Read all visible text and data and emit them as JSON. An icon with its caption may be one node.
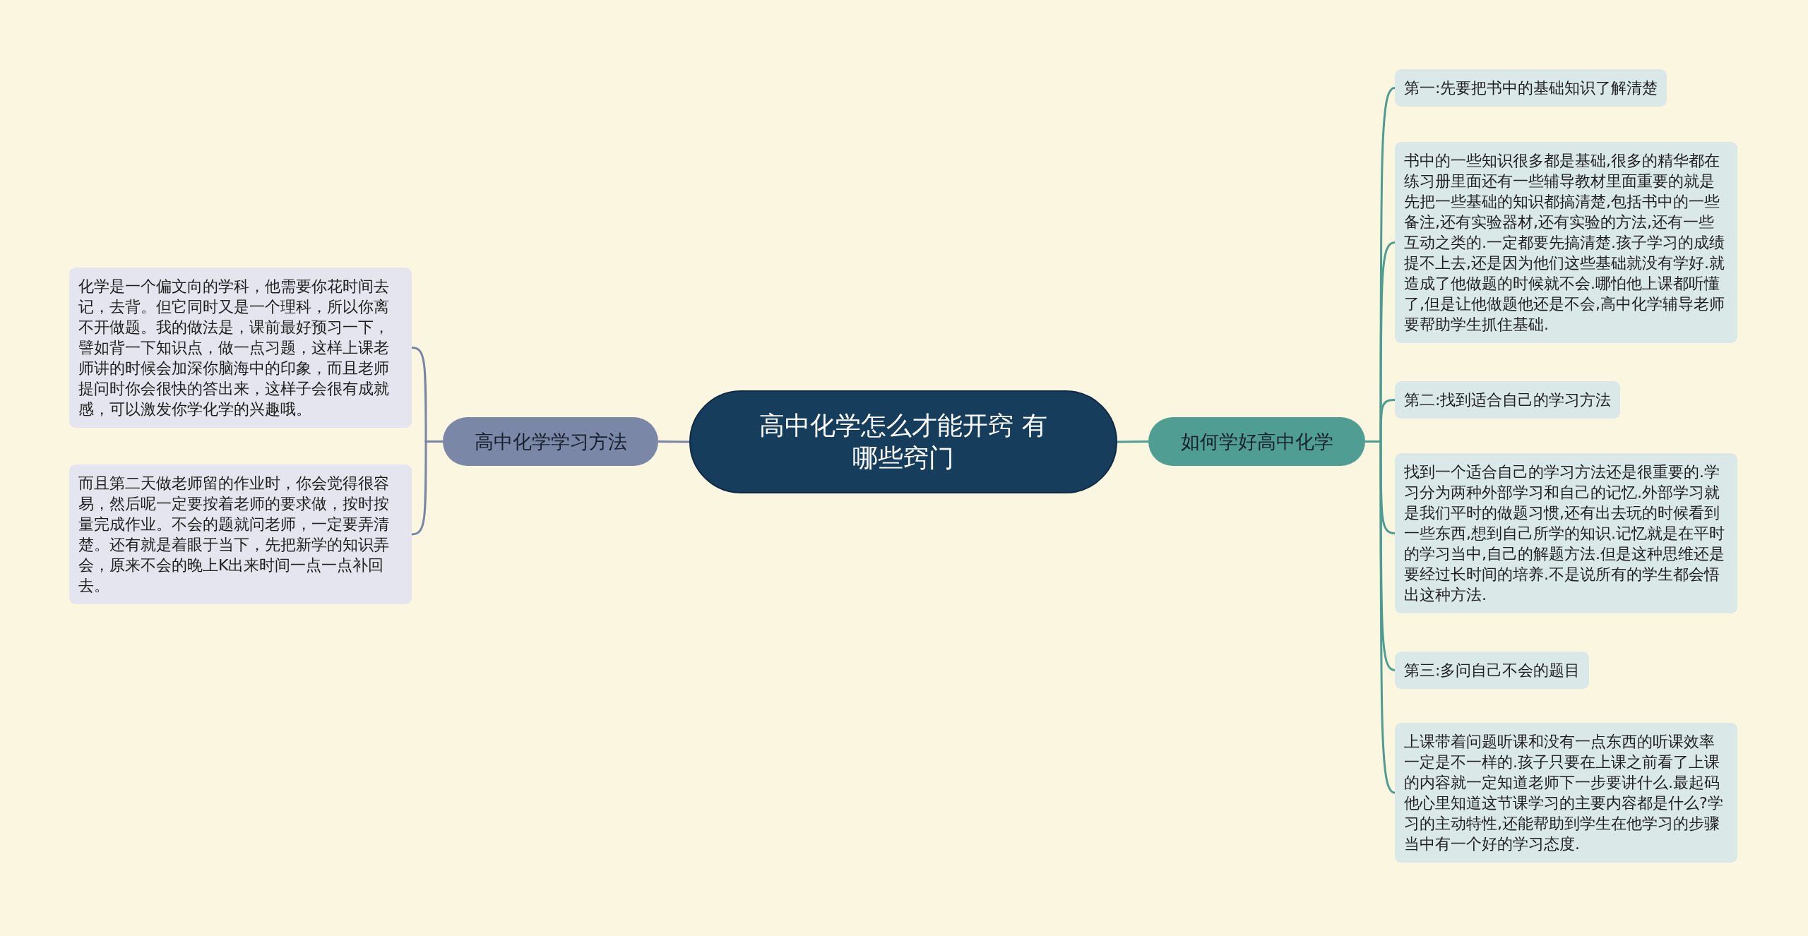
{
  "diagram": {
    "nodes": [
      {
        "text": [
          "高中化学怎么才能开窍 有哪些窍门"
        ]
      },
      {
        "text": [
          "高中化学学习方法"
        ]
      },
      {
        "text": [
          "化学是一个偏文向的学科，他需要你花时间去记，去背。但它同时又是一个理科，所以你离不开做题。我的做法是，课前最好预习一下，譬如背一下知识点，做一点习题，这样上课老师讲的时候会加深你脑海中的印象，而且老师提问时你会很快的答出来，这样子会很有成就感，可以激发你学化学的兴趣哦。"
        ]
      },
      {
        "text": [
          "而且第二天做老师留的作业时，你会觉得很容易，然后呢一定要按着老师的要求做，按时按量完成作业。不会的题就问老师，一定要弄清楚。还有就是着眼于当下，先把新学的知识弄会，原来不会的晚上K出来时间一点一点补回去。"
        ]
      },
      {
        "text": [
          "如何学好高中化学"
        ]
      },
      {
        "text": [
          "第一:先要把书中的基础知识了解清楚"
        ]
      },
      {
        "text": [
          "书中的一些知识很多都是基础,很多的精华都在练习册里面还有一些辅导教材里面重要的就是先把一些基础的知识都搞清楚,包括书中的一些备注,还有实验器材,还有实验的方法,还有一些互动之类的.一定都要先搞清楚.孩子学习的成绩提不上去,还是因为他们这些基础就没有学好.就造成了他做题的时候就不会.哪怕他上课都听懂了,但是让他做题他还是不会,高中化学辅导老师要帮助学生抓住基础."
        ]
      },
      {
        "text": [
          "第二:找到适合自己的学习方法"
        ]
      },
      {
        "text": [
          "找到一个适合自己的学习方法还是很重要的.学习分为两种外部学习和自己的记忆.外部学习就是我们平时的做题习惯,还有出去玩的时候看到一些东西,想到自己所学的知识.记忆就是在平时的学习当中,自己的解题方法.但是这种思维还是要经过长时间的培养.不是说所有的学生都会悟出这种方法."
        ]
      },
      {
        "text": [
          "第三:多问自己不会的题目"
        ]
      },
      {
        "text": [
          "上课带着问题听课和没有一点东西的听课效率一定是不一样的.孩子只要在上课之前看了上课的内容就一定知道老师下一步要讲什么.最起码他心里知道这节课学习的主要内容都是什么?学习的主动特性,还能帮助到学生在他学习的步骤当中有一个好的学习态度."
        ]
      }
    ],
    "edges": [
      {
        "from": 0,
        "to": 1,
        "arrow": "none",
        "color": "#7885a6"
      },
      {
        "from": 1,
        "to": 2,
        "arrow": "none",
        "color": "#7885a6"
      },
      {
        "from": 1,
        "to": 3,
        "arrow": "none",
        "color": "#7885a6"
      },
      {
        "from": 0,
        "to": 4,
        "arrow": "none"
      },
      {
        "from": 4,
        "to": 5,
        "arrow": "none"
      },
      {
        "from": 4,
        "to": 6,
        "arrow": "none"
      },
      {
        "from": 4,
        "to": 7,
        "arrow": "none"
      },
      {
        "from": 4,
        "to": 8,
        "arrow": "none"
      },
      {
        "from": 4,
        "to": 9,
        "arrow": "none"
      },
      {
        "from": 4,
        "to": 10,
        "arrow": "none"
      }
    ]
  }
}
